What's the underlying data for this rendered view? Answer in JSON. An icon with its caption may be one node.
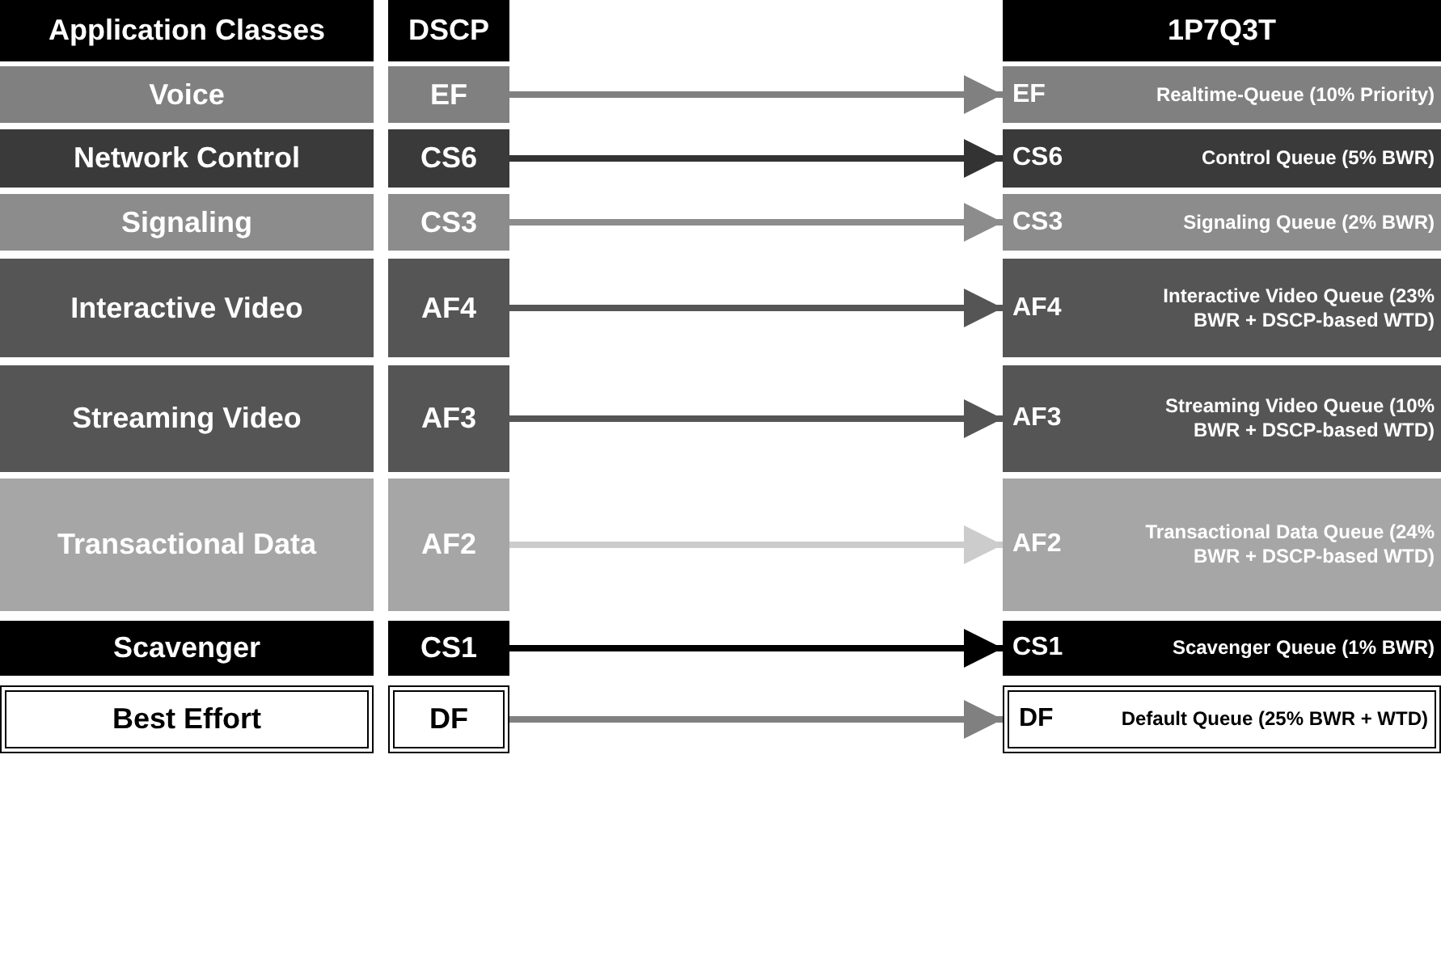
{
  "diagram": {
    "nodes": [
      {
        "text": [
          "Application Classes"
        ]
      },
      {
        "text": [
          "DSCP"
        ]
      },
      {
        "text": [
          "1P7Q3T"
        ]
      },
      {
        "text": [
          "Voice"
        ]
      },
      {
        "text": [
          "EF"
        ]
      },
      {
        "text": [
          "EF",
          "Realtime-Queue (10% Priority)"
        ]
      },
      {
        "text": [
          "Network Control"
        ]
      },
      {
        "text": [
          "CS6"
        ]
      },
      {
        "text": [
          "CS6",
          "Control Queue (5% BWR)"
        ]
      },
      {
        "text": [
          "Signaling"
        ]
      },
      {
        "text": [
          "CS3"
        ]
      },
      {
        "text": [
          "CS3",
          "Signaling Queue (2% BWR)"
        ]
      },
      {
        "text": [
          "Interactive Video"
        ]
      },
      {
        "text": [
          "AF4"
        ]
      },
      {
        "text": [
          "AF4",
          "Interactive Video Queue (23% BWR + DSCP-based WTD)"
        ]
      },
      {
        "text": [
          "Streaming Video"
        ]
      },
      {
        "text": [
          "AF3"
        ]
      },
      {
        "text": [
          "AF3",
          "Streaming Video Queue (10% BWR + DSCP-based WTD)"
        ]
      },
      {
        "text": [
          "Transactional Data"
        ]
      },
      {
        "text": [
          "AF2"
        ]
      },
      {
        "text": [
          "AF2",
          "Transactional Data Queue (24% BWR + DSCP-based WTD)"
        ]
      },
      {
        "text": [
          "Scavenger"
        ]
      },
      {
        "text": [
          "CS1"
        ]
      },
      {
        "text": [
          "CS1",
          "Scavenger Queue (1% BWR)"
        ]
      },
      {
        "text": [
          "Best Effort"
        ]
      },
      {
        "text": [
          "DF"
        ]
      },
      {
        "text": [
          "DF",
          "Default Queue (25% BWR + WTD)"
        ]
      }
    ],
    "edges": [
      {
        "from": 4,
        "to": 5,
        "arrow": "to",
        "color": "#808080"
      },
      {
        "from": 7,
        "to": 8,
        "arrow": "to",
        "color": "#333333"
      },
      {
        "from": 10,
        "to": 11,
        "arrow": "to",
        "color": "#8c8c8c"
      },
      {
        "from": 13,
        "to": 14,
        "arrow": "to",
        "color": "#555555"
      },
      {
        "from": 16,
        "to": 17,
        "arrow": "to",
        "color": "#555555"
      },
      {
        "from": 19,
        "to": 20,
        "arrow": "to",
        "color": "#cccccc"
      },
      {
        "from": 22,
        "to": 23,
        "arrow": "to",
        "color": "#000000"
      },
      {
        "from": 25,
        "to": 26,
        "arrow": "to",
        "color": "#808080"
      }
    ]
  }
}
